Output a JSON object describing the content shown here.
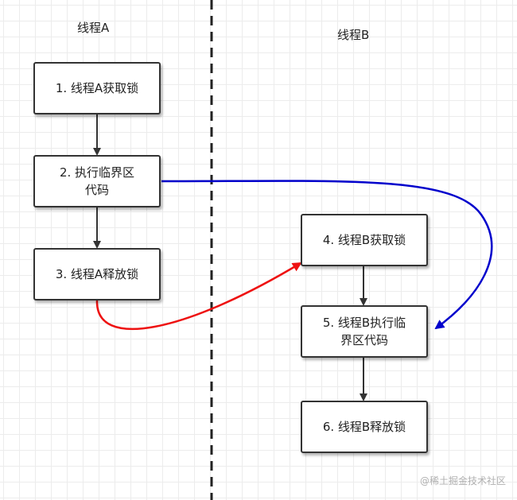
{
  "lanes": {
    "a_title": "线程A",
    "b_title": "线程B"
  },
  "steps": {
    "s1": "1. 线程A获取锁",
    "s2_line1": "2. 执行临界区",
    "s2_line2": "代码",
    "s3": "3. 线程A释放锁",
    "s4": "4. 线程B获取锁",
    "s5_line1": "5. 线程B执行临",
    "s5_line2": "界区代码",
    "s6": "6. 线程B释放锁"
  },
  "watermark": "@稀土掘金技术社区",
  "colors": {
    "box_border": "#333333",
    "arrow_gray": "#333333",
    "arrow_red": "#ee1111",
    "arrow_blue": "#0000cc",
    "divider": "#222222"
  }
}
